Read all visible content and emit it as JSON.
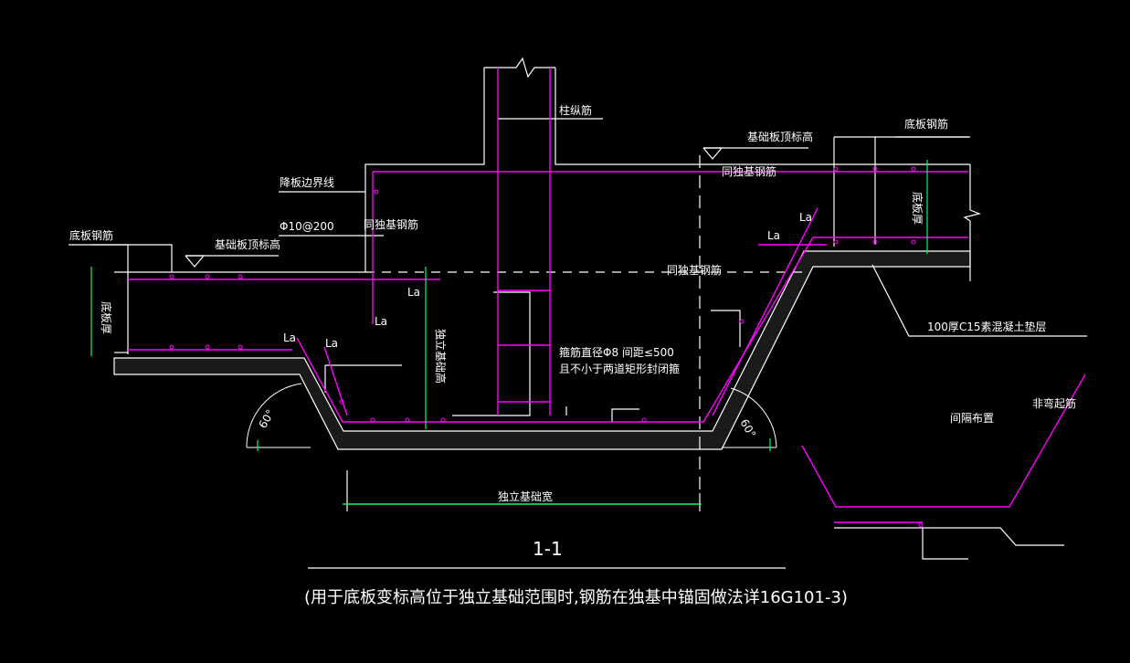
{
  "colors": {
    "background": "#000000",
    "line": "#ffffff",
    "rebar": "#ff00ff",
    "dimension": "#00ff66",
    "concrete_fill": "#c8c8c8"
  },
  "labels": {
    "column_rebar": "柱纵筋",
    "top_elevation_right": "基础板顶标高",
    "bottom_rebar_right": "底板钢筋",
    "same_rebar_top_right": "同独基钢筋",
    "drop_slab_line": "降板边界线",
    "same_rebar_left": "同独基钢筋",
    "stirrup_spec": "Φ10@200",
    "bottom_rebar_left": "底板钢筋",
    "top_elevation_left": "基础板顶标高",
    "slab_thickness_right": "底板厚",
    "slab_thickness_left": "底板厚",
    "la_1": "La",
    "la_2": "La",
    "la_3": "La",
    "la_4": "La",
    "la_5": "La",
    "la_6": "La",
    "same_rebar_mid": "同独基钢筋",
    "found_height": "独立基础高",
    "stirrup_note_1": "箍筋直径Φ8 间距≤500",
    "stirrup_note_2": "且不小于两道矩形封闭箍",
    "cushion": "100厚C15素混凝土垫层",
    "spacing_arrangement": "间隔布置",
    "non_bent_start": "非弯起筋",
    "angle_left": "60°",
    "angle_right": "60°",
    "found_width": "独立基础宽",
    "section_title": "1-1",
    "caption": "(用于底板变标高位于独立基础范围时,钢筋在独基中锚固做法详16G101-3)"
  }
}
